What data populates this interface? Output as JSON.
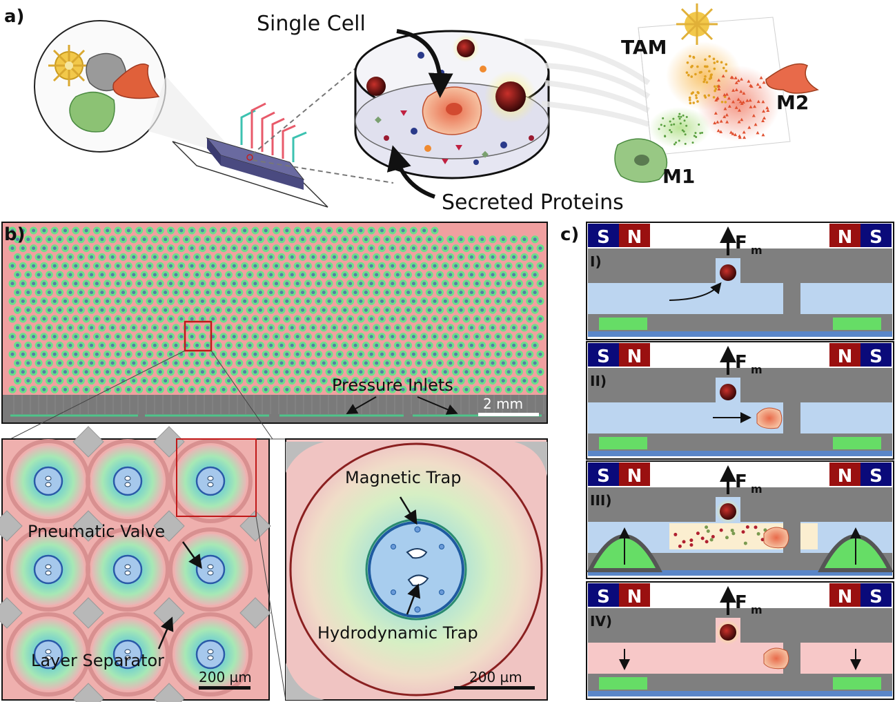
{
  "panel_a": {
    "label": "a)",
    "single_cell": "Single Cell",
    "secreted_proteins": "Secreted Proteins",
    "tam": "TAM",
    "m1": "M1",
    "m2": "M2"
  },
  "panel_b": {
    "label": "b)",
    "pressure_inlets": "Pressure Inlets",
    "scale_top": "2 mm",
    "pneumatic_valve": "Pneumatic Valve",
    "layer_separator": "Layer Separator",
    "scale_left": "200 µm",
    "magnetic_trap": "Magnetic Trap",
    "hydrodynamic_trap": "Hydrodynamic Trap",
    "scale_right": "200 µm"
  },
  "panel_c": {
    "label": "c)",
    "s": "S",
    "n": "N",
    "force": "F",
    "force_sub": "m",
    "steps": [
      "I)",
      "II)",
      "III)",
      "IV)"
    ]
  },
  "colors": {
    "magnet_s": "#0a0a7a",
    "magnet_n": "#9a1010",
    "chip_gray": "#7f7f7f",
    "channel_blue": "#bcd5f0",
    "valve_green": "#66dd66",
    "chamber_pink": "#f7c8c8",
    "bg_pink": "#f0a8a8"
  }
}
